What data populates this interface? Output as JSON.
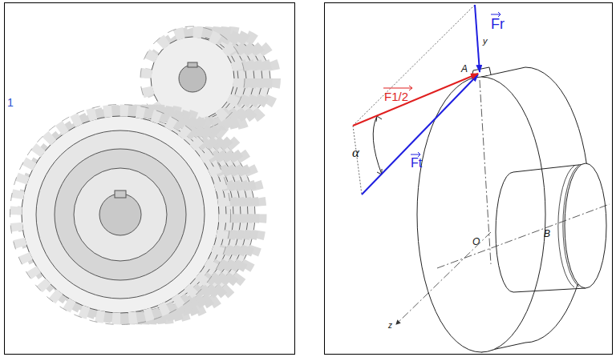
{
  "diagram": {
    "labels": [
      "1",
      "F1/2",
      "Fr",
      "Ft",
      "α",
      "A",
      "y",
      "O",
      "B",
      "z"
    ]
  }
}
